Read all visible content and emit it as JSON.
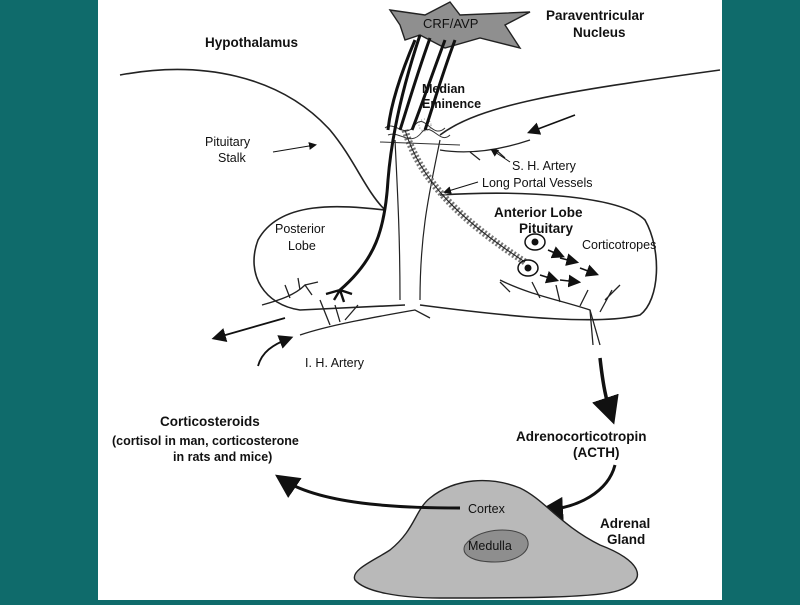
{
  "colors": {
    "background": "#0f6b6b",
    "panel": "#ffffff",
    "adrenal": "#b9b9b9",
    "medulla": "#8e8e8e",
    "ink": "#111111"
  },
  "labels": {
    "crf_avp": "CRF/AVP",
    "paraventricular_1": "Paraventricular",
    "paraventricular_2": "Nucleus",
    "hypothalamus": "Hypothalamus",
    "median_1": "Median",
    "median_2": "Eminence",
    "stalk_1": "Pituitary",
    "stalk_2": "Stalk",
    "sh_artery": "S. H. Artery",
    "long_portal": "Long Portal Vessels",
    "anterior_1": "Anterior Lobe",
    "anterior_2": "Pituitary",
    "corticotropes": "Corticotropes",
    "posterior_1": "Posterior",
    "posterior_2": "Lobe",
    "ih_artery": "I. H. Artery",
    "corticosteroids_1": "Corticosteroids",
    "corticosteroids_2": "(cortisol in man, corticosterone",
    "corticosteroids_3": "in rats and mice)",
    "acth_1": "Adrenocorticotropin",
    "acth_2": "(ACTH)",
    "cortex": "Cortex",
    "medulla": "Medulla",
    "adrenal_1": "Adrenal",
    "adrenal_2": "Gland"
  }
}
